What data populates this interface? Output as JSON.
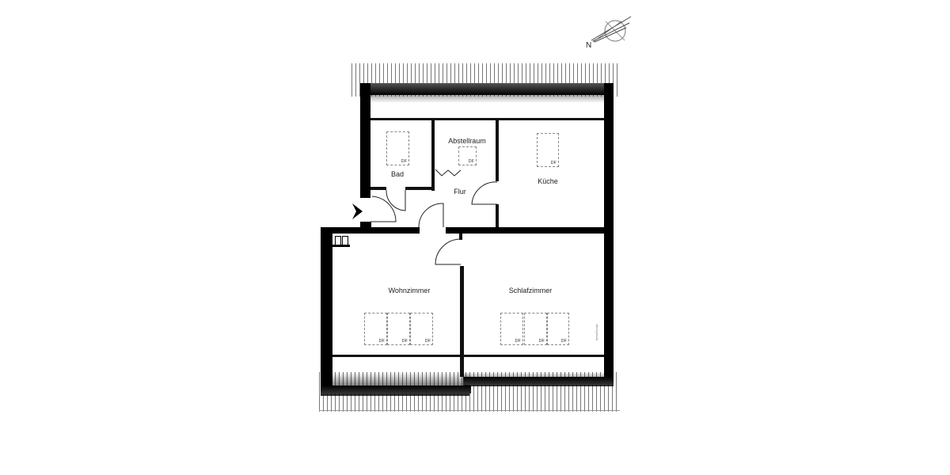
{
  "compass": {
    "label": "N",
    "icon": "north-arrow-icon"
  },
  "rooms": [
    {
      "id": "bad",
      "label": "Bad"
    },
    {
      "id": "abstellraum",
      "label": "Abstellraum"
    },
    {
      "id": "flur",
      "label": "Flur"
    },
    {
      "id": "kueche",
      "label": "Küche"
    },
    {
      "id": "wohnzimmer",
      "label": "Wohnzimmer"
    },
    {
      "id": "schlafzimmer",
      "label": "Schlafzimmer"
    }
  ],
  "skylights": {
    "label": "DF",
    "bad": [
      "DF"
    ],
    "abstellraum": [
      "DF"
    ],
    "kueche": [
      "DF"
    ],
    "wohnzimmer": [
      "DF",
      "DF",
      "DF"
    ],
    "schlafzimmer": [
      "DF",
      "DF",
      "DF"
    ]
  },
  "entrance": {
    "icon": "entrance-arrow-icon"
  },
  "watermark": {
    "text": "ImmoScout"
  }
}
